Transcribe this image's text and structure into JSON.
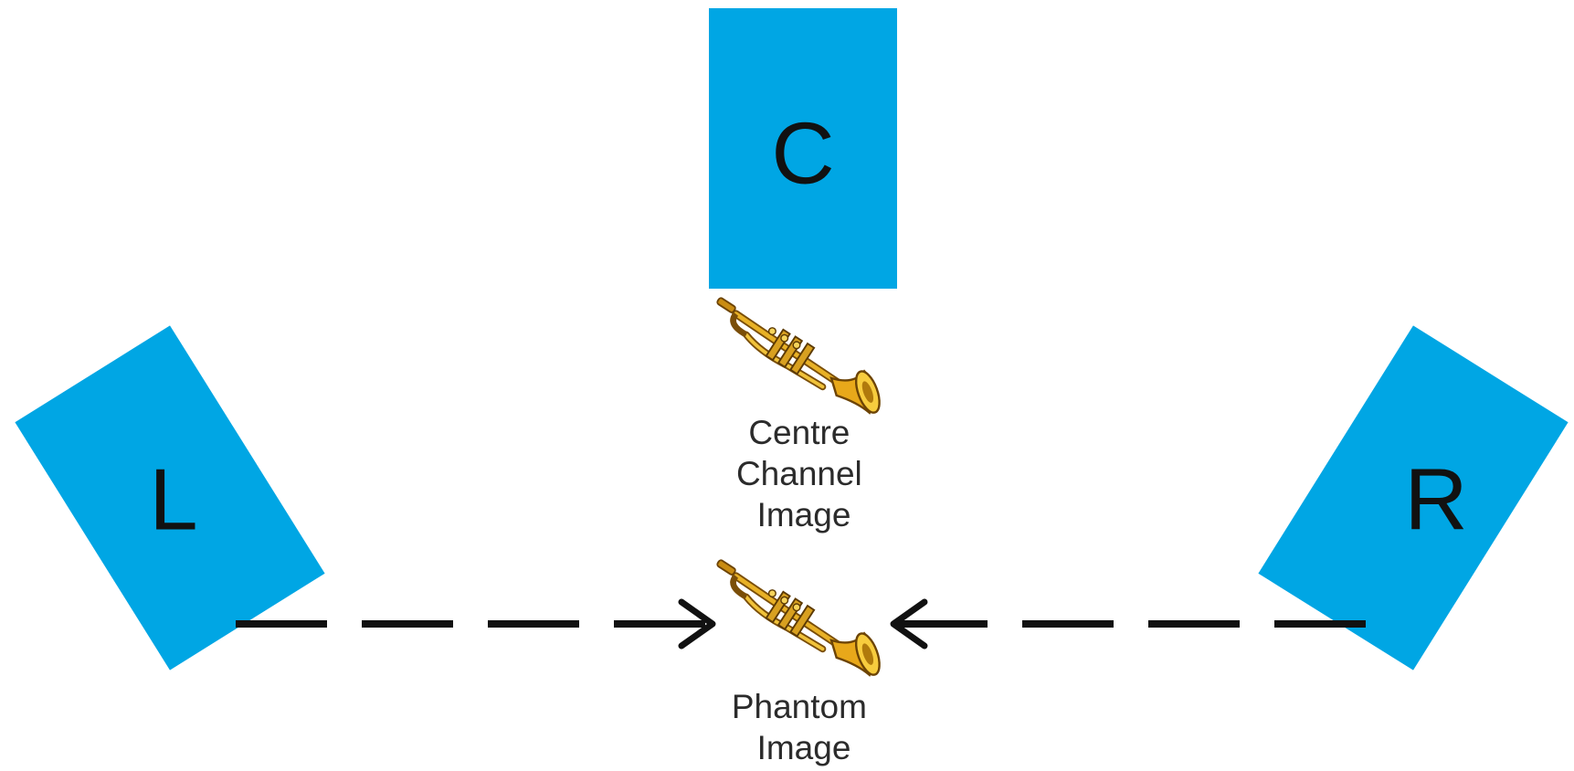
{
  "speakers": {
    "left": {
      "label": "L"
    },
    "center": {
      "label": "C"
    },
    "right": {
      "label": "R"
    }
  },
  "images": {
    "centre_channel": {
      "lines": [
        "Centre",
        "Channel",
        "Image"
      ],
      "icon": "trumpet-icon"
    },
    "phantom": {
      "lines": [
        "Phantom",
        "Image"
      ],
      "icon": "trumpet-icon"
    }
  },
  "colors": {
    "speaker": "#00a6e4",
    "trumpet_brass": "#e0a21a",
    "arrow": "#111111"
  }
}
